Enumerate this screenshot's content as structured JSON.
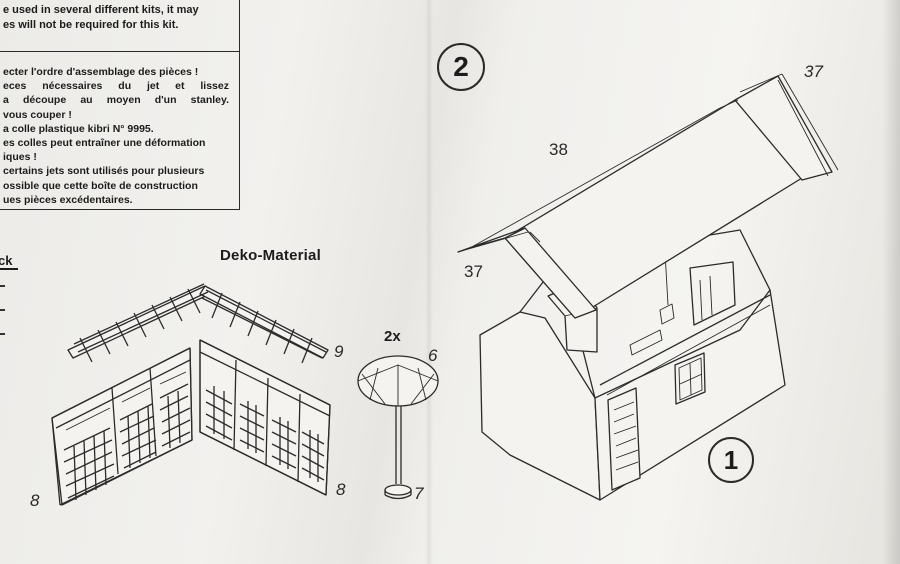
{
  "info_box": {
    "line1": "e used in several different kits, it may",
    "line2": "es will not be required for this kit."
  },
  "french_box": {
    "lines": [
      "ecter l'ordre d'assemblage des pièces !",
      "eces nécessaires du jet et lissez",
      "a découpe au moyen d'un stanley.",
      " vous couper !",
      "a colle plastique kibri N° 9995.",
      "es colles peut entraîner une déformation",
      "iques !",
      "certains jets sont utilisés pour plusieurs",
      "ossible que cette boîte de construction",
      "ues pièces excédentaires."
    ]
  },
  "section_label": "ck",
  "deko_heading": "Deko-Material",
  "umbrella_multiplier": "2x",
  "part_numbers": {
    "pergola": "9",
    "fence_left": "8",
    "fence_right": "8",
    "umbrella_top": "6",
    "umbrella_base": "7",
    "roof_right": "37",
    "roof_left": "37",
    "roof_panel": "38"
  },
  "step_numbers": {
    "step2": "2",
    "step1": "1"
  }
}
